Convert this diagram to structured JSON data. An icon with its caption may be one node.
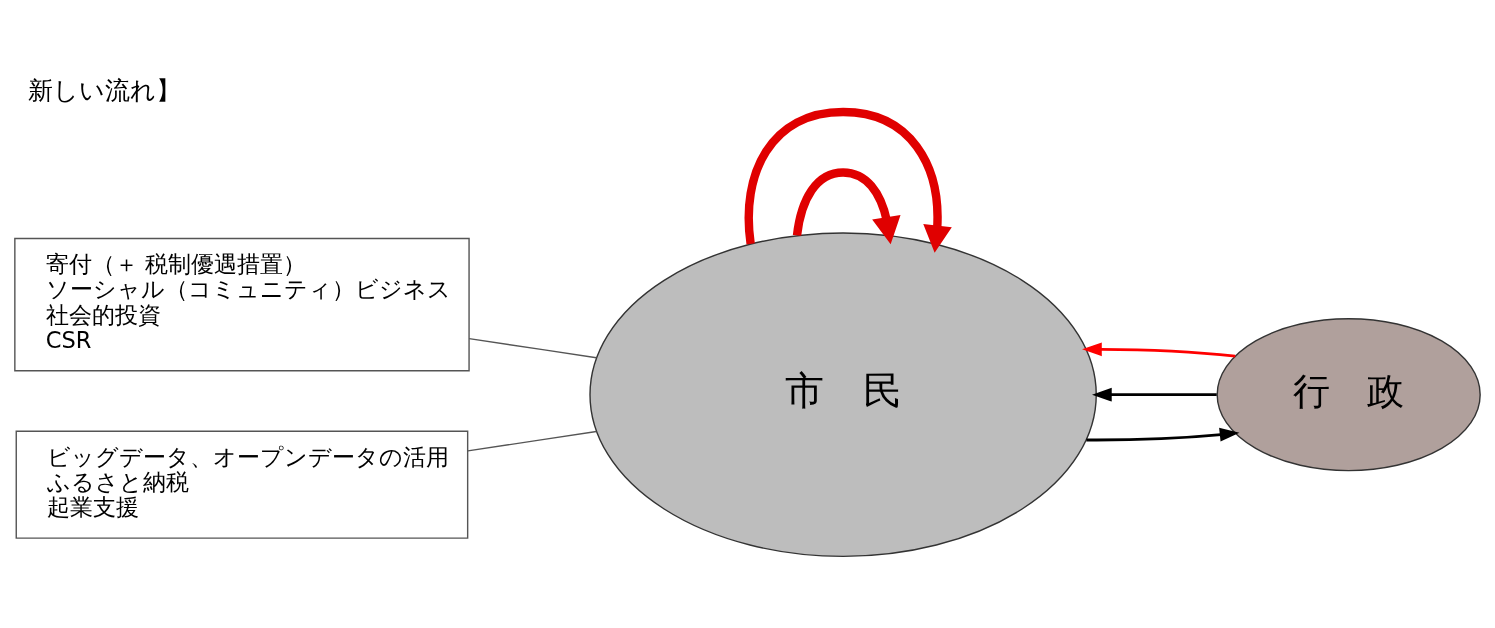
{
  "diagram": {
    "title": "新しい流れ】",
    "nodes": [
      {
        "text": [
          "市　民"
        ]
      },
      {
        "text": [
          "行　政"
        ]
      },
      {
        "text": [
          "寄付（＋ 税制優遇措置）",
          "ソーシャル（コミュニティ）ビジネス",
          "社会的投資",
          "CSR"
        ]
      },
      {
        "text": [
          "ビッグデータ、オープンデータの活用",
          "ふるさと納税",
          "起業支援"
        ]
      }
    ],
    "edges": [
      {
        "from": 0,
        "to": 0,
        "arrow": "to",
        "style": "thick",
        "color": "#e00000"
      },
      {
        "from": 0,
        "to": 0,
        "arrow": "to",
        "style": "thick",
        "color": "#e00000"
      },
      {
        "from": 0,
        "to": 1,
        "arrow": "to",
        "color": "#000000"
      },
      {
        "from": 1,
        "to": 0,
        "arrow": "to",
        "color": "#000000"
      },
      {
        "from": 1,
        "to": 0,
        "arrow": "to",
        "color": "#ff0000"
      },
      {
        "from": 2,
        "to": 0,
        "arrow": "none",
        "color": "#555555"
      },
      {
        "from": 3,
        "to": 0,
        "arrow": "none",
        "color": "#555555"
      }
    ]
  }
}
